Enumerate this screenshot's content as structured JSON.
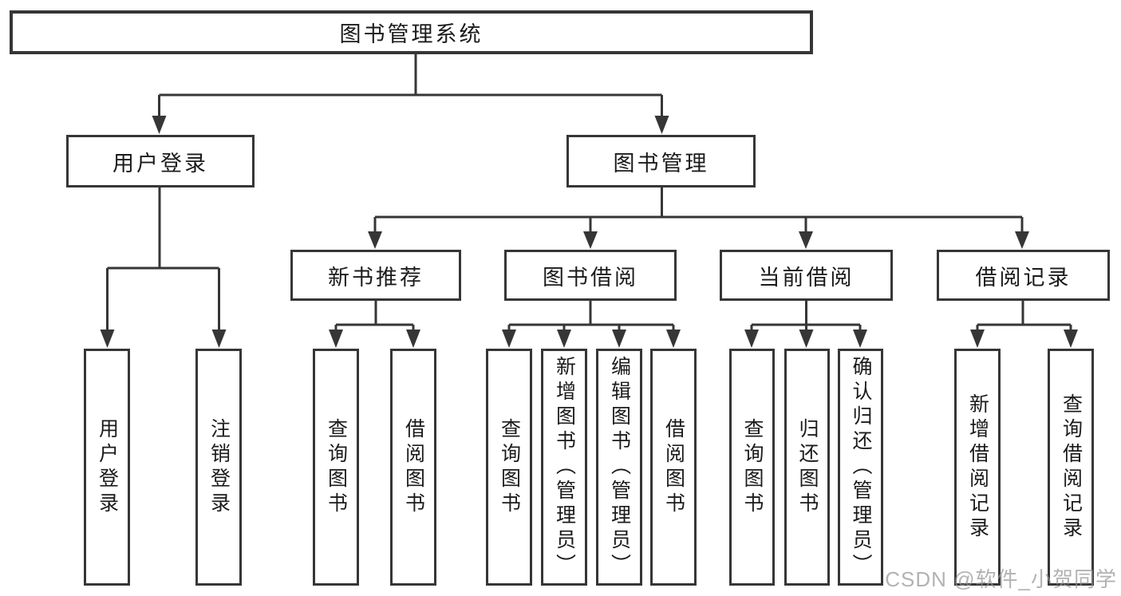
{
  "title": "图书管理系统",
  "colors": {
    "line": "#363636",
    "text": "#1b1b1b",
    "background": "#ffffff",
    "watermark": "#949494"
  },
  "watermark": "CSDN @软件_小贺同学",
  "nodes": {
    "root": "图书管理系统",
    "level2": {
      "user_login": "用户登录",
      "book_mgmt": "图书管理"
    },
    "level3": {
      "new_book_rec": "新书推荐",
      "book_borrow": "图书借阅",
      "current_borrow": "当前借阅",
      "borrow_records": "借阅记录"
    },
    "leaves": {
      "login_user": "用户登录",
      "login_logout": "注销登录",
      "nbr_query": "查询图书",
      "nbr_borrow": "借阅图书",
      "bb_query": "查询图书",
      "bb_add": "新增图书（管理员）",
      "bb_edit": "编辑图书（管理员）",
      "bb_borrow": "借阅图书",
      "cb_query": "查询图书",
      "cb_return": "归还图书",
      "cb_confirm": "确认归还（管理员）",
      "br_add": "新增借阅记录",
      "br_query": "查询借阅记录"
    }
  }
}
